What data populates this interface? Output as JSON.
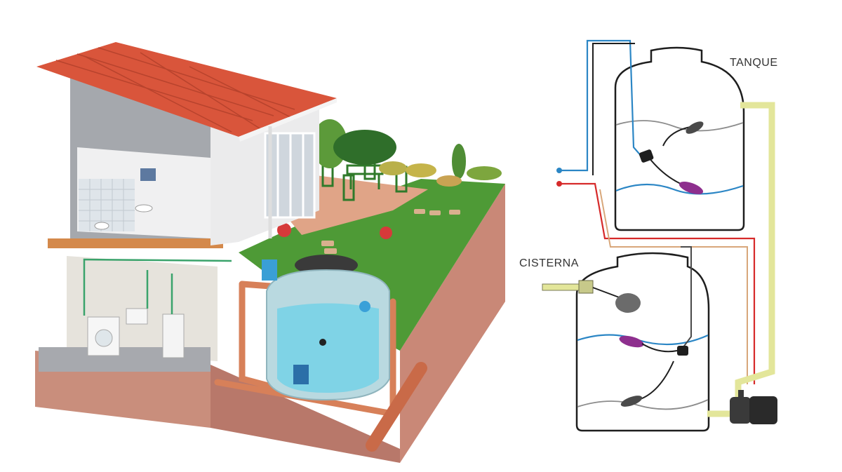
{
  "labels": {
    "tanque": "TANQUE",
    "cisterna": "CISTERNA"
  },
  "colors": {
    "roof": "#d9553b",
    "wall": "#e9e9ea",
    "concrete": "#9d9fa3",
    "soil": "#c98e7c",
    "grass": "#4e9a36",
    "patio": "#e0a487",
    "pipe": "#d78059",
    "water": "#7fd3e6",
    "outline": "#1e1e1e",
    "blue_wire": "#2b86c5",
    "red_wire": "#d62a2a",
    "tan_wire": "#d8a77a",
    "yellow_pipe": "#e3e69a",
    "float_switch": "#8e2f8e",
    "pump": "#3a3a3a"
  },
  "icons": {
    "house": "house-cutaway-illustration",
    "tank_top": "tank-float-switch-icon",
    "cistern_float": "cistern-float-switch-icon",
    "pump": "water-pump-icon",
    "inlet_valve": "inlet-float-valve-icon"
  }
}
